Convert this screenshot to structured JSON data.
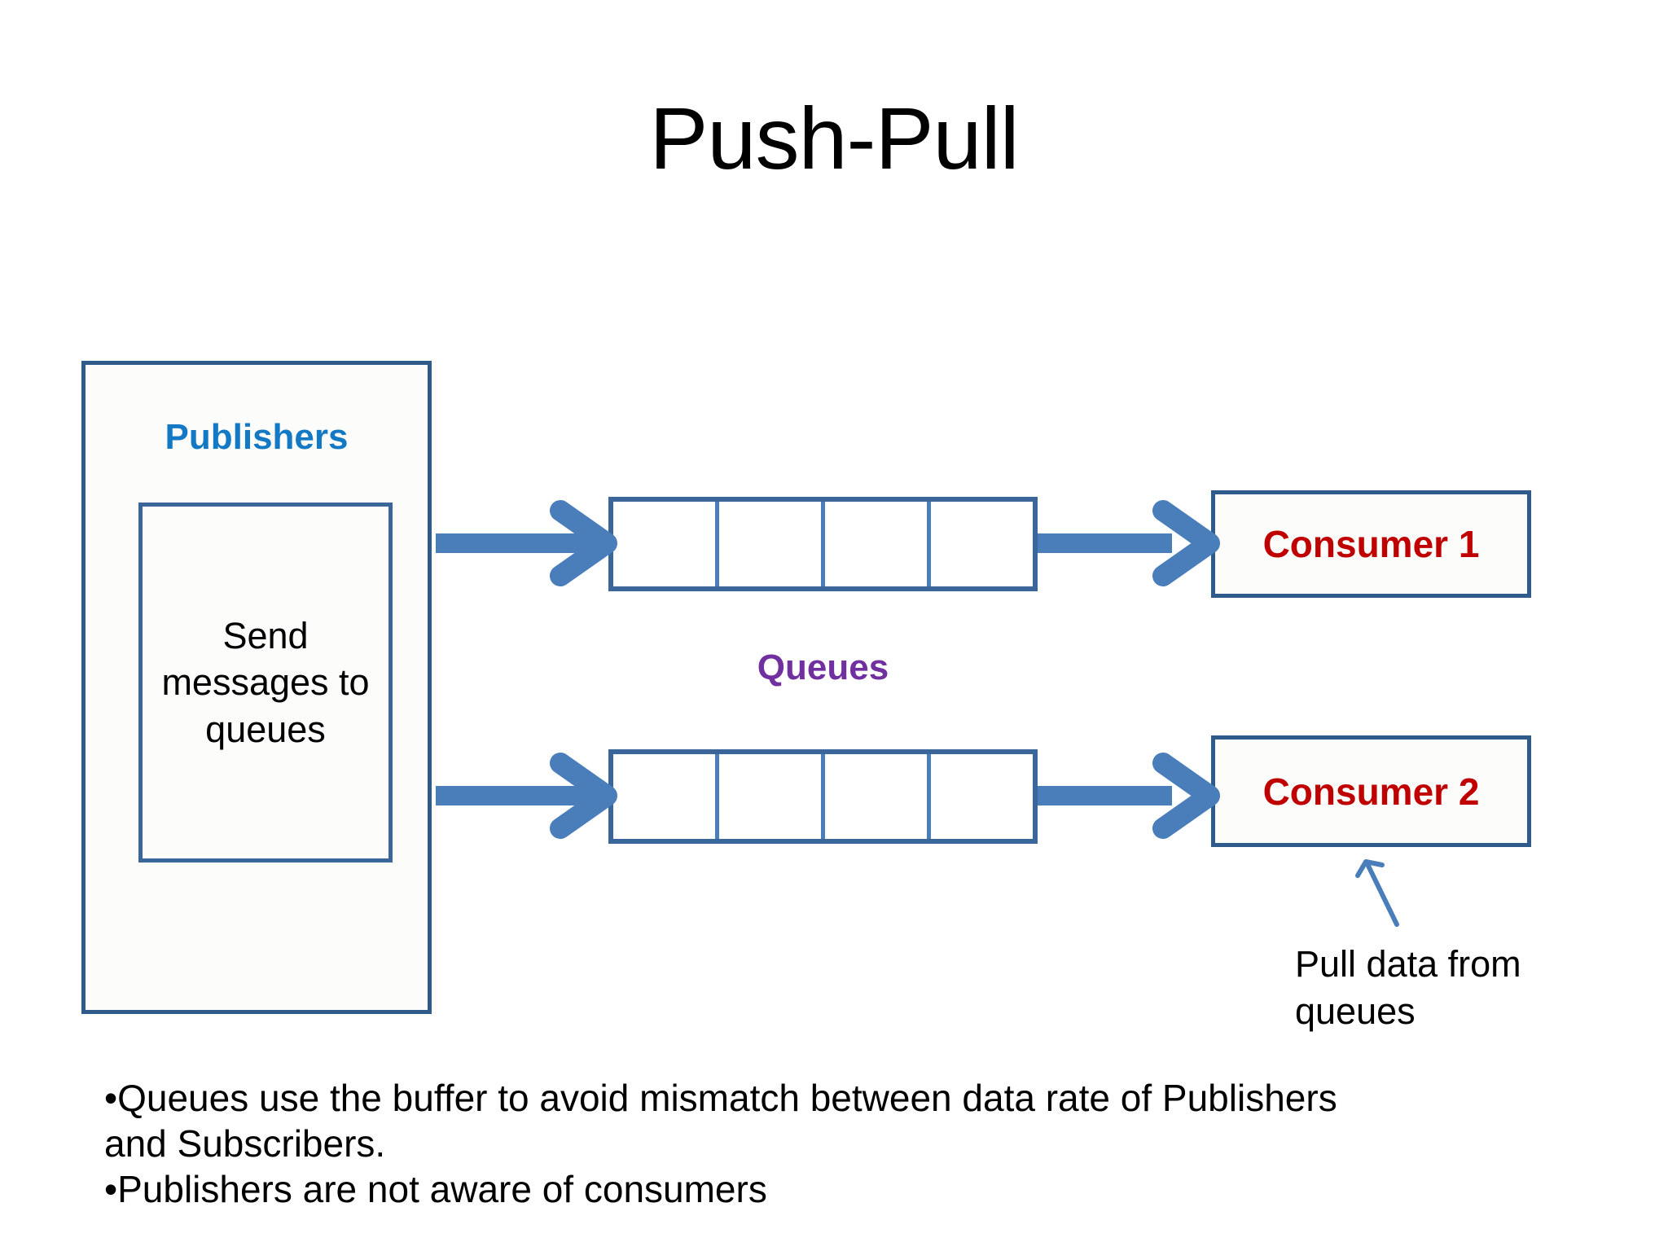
{
  "slide": {
    "title": "Push-Pull",
    "background_color": "#ffffff"
  },
  "colors": {
    "publishers_label": "#1379C4",
    "queues_label": "#7030A0",
    "consumer_text": "#C00000",
    "box_border": "#2E5B8C",
    "inner_border": "#3A6699",
    "arrow": "#4A7EBB",
    "callout_arrow": "#4A7EBB",
    "body_text": "#000000"
  },
  "publishers": {
    "label": "Publishers",
    "inner_text": "Send\nmessages to\nqueues"
  },
  "queues": {
    "label": "Queues",
    "rows": [
      {
        "id": "queue-1",
        "cells": [
          "",
          "",
          "",
          ""
        ]
      },
      {
        "id": "queue-2",
        "cells": [
          "",
          "",
          "",
          ""
        ]
      }
    ],
    "cell_count": 4
  },
  "consumers": [
    {
      "id": "consumer-1",
      "label": "Consumer 1"
    },
    {
      "id": "consumer-2",
      "label": "Consumer 2"
    }
  ],
  "callout": {
    "text": "Pull data from\nqueues",
    "points_to": "consumer-2"
  },
  "bullets": [
    "•Queues use the buffer to avoid mismatch between data rate of Publishers\nand Subscribers.",
    "•Publishers are not aware of consumers"
  ],
  "flow": {
    "arrows": [
      {
        "name": "publishers-to-queue-1",
        "direction": "right"
      },
      {
        "name": "publishers-to-queue-2",
        "direction": "right"
      },
      {
        "name": "queue-1-to-consumer-1",
        "direction": "right"
      },
      {
        "name": "queue-2-to-consumer-2",
        "direction": "right"
      },
      {
        "name": "callout-to-consumer-2",
        "direction": "up-left"
      }
    ]
  }
}
